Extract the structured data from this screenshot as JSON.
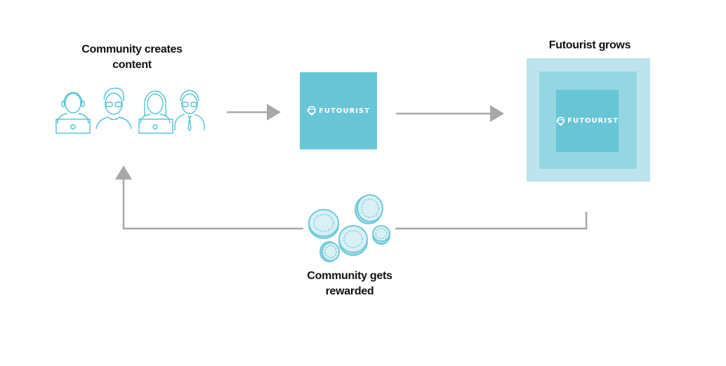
{
  "diagram": {
    "title_create": "Community creates content",
    "title_grows": "Futourist grows",
    "title_rewarded": "Community gets rewarded",
    "brand_name": "FUTOURIST",
    "icons": {
      "community": [
        "person-headset-laptop-icon",
        "person-glasses-icon",
        "woman-headset-laptop-icon",
        "man-glasses-tie-icon"
      ],
      "brand": "map-pin-globe-icon",
      "reward": "coins-icon"
    },
    "colors": {
      "brand": "#67c5d6",
      "mid": "#94d6e2",
      "light": "#bde4ec",
      "outline": "#4fc3d3",
      "arrow": "#a8a8ab",
      "coin_fill": "#d9f0f5",
      "coin_stroke": "#6fcad8"
    },
    "flow": [
      {
        "from": "community",
        "to": "futourist",
        "label": ""
      },
      {
        "from": "futourist",
        "to": "futourist-grows",
        "label": ""
      },
      {
        "from": "futourist-grows",
        "to": "community",
        "label": "Community gets rewarded"
      }
    ]
  }
}
